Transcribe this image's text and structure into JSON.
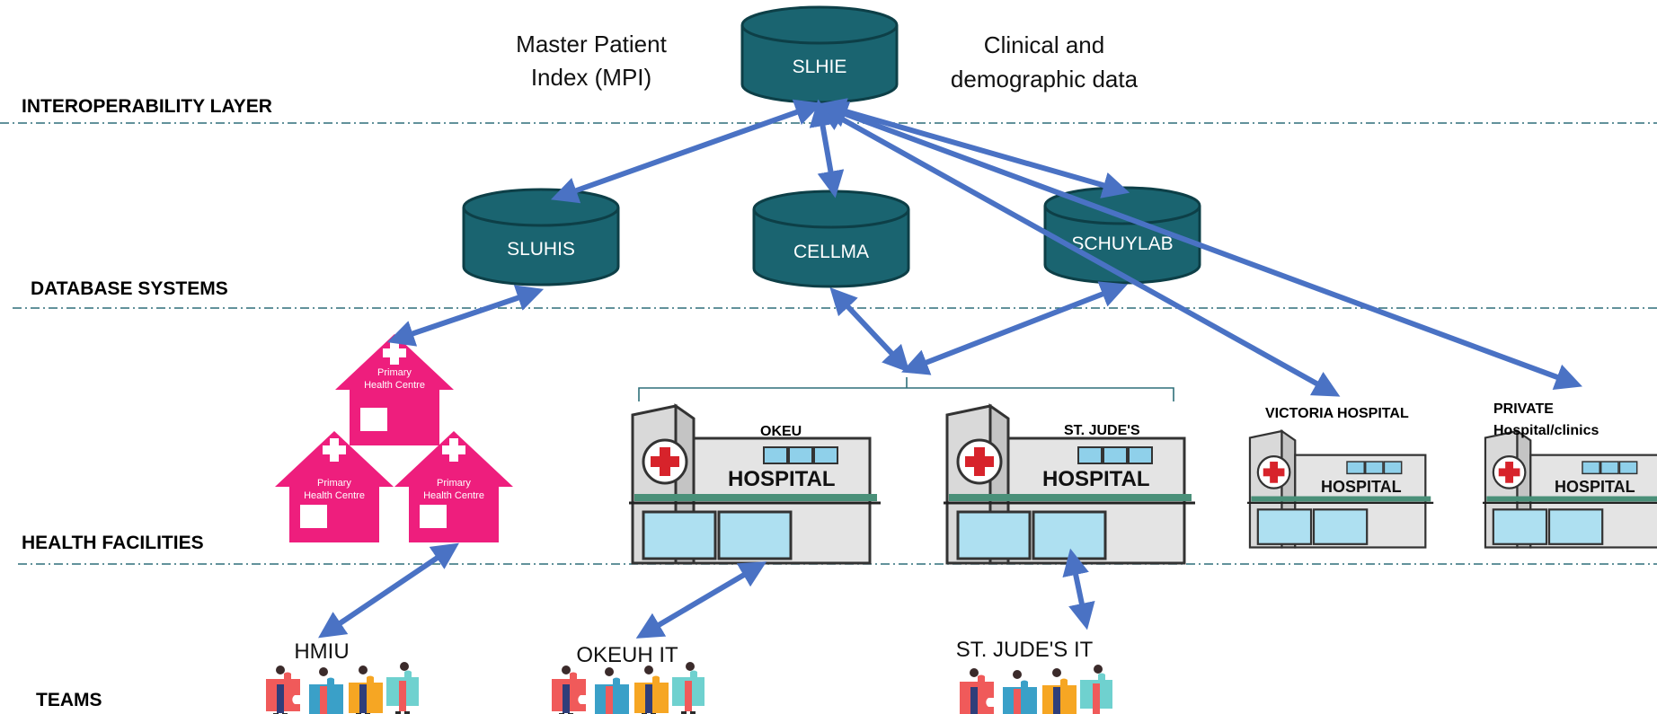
{
  "layers": {
    "interoperability": "INTEROPERABILITY LAYER",
    "database": "DATABASE SYSTEMS",
    "facilities": "HEALTH FACILITIES",
    "teams": "TEAMS"
  },
  "hub": {
    "label": "SLHIE"
  },
  "notes": {
    "mpi_line1": "Master Patient",
    "mpi_line2": "Index (MPI)",
    "clinical_line1": "Clinical and",
    "clinical_line2": "demographic data"
  },
  "databases": {
    "sluhis": "SLUHIS",
    "cellma": "CELLMA",
    "schuylab": "SCHUYLAB"
  },
  "primary_health_centre": {
    "line1": "Primary",
    "line2": "Health Centre"
  },
  "hospitals": {
    "okeu": "OKEU",
    "st_judes": "ST. JUDE'S",
    "victoria": "VICTORIA HOSPITAL",
    "private_line1": "PRIVATE",
    "private_line2": "Hospital/clinics",
    "sign": "HOSPITAL"
  },
  "teams": {
    "hmiu": "HMIU",
    "okeuh_it": "OKEUH IT",
    "st_judes_it": "ST. JUDE'S IT"
  },
  "colors": {
    "db_fill": "#1a6470",
    "db_stroke": "#0d3f47",
    "arrow": "#4a72c4",
    "divider": "#2f6f7a",
    "phc": "#ee1e7d",
    "hospital_cross": "#d7232b"
  }
}
